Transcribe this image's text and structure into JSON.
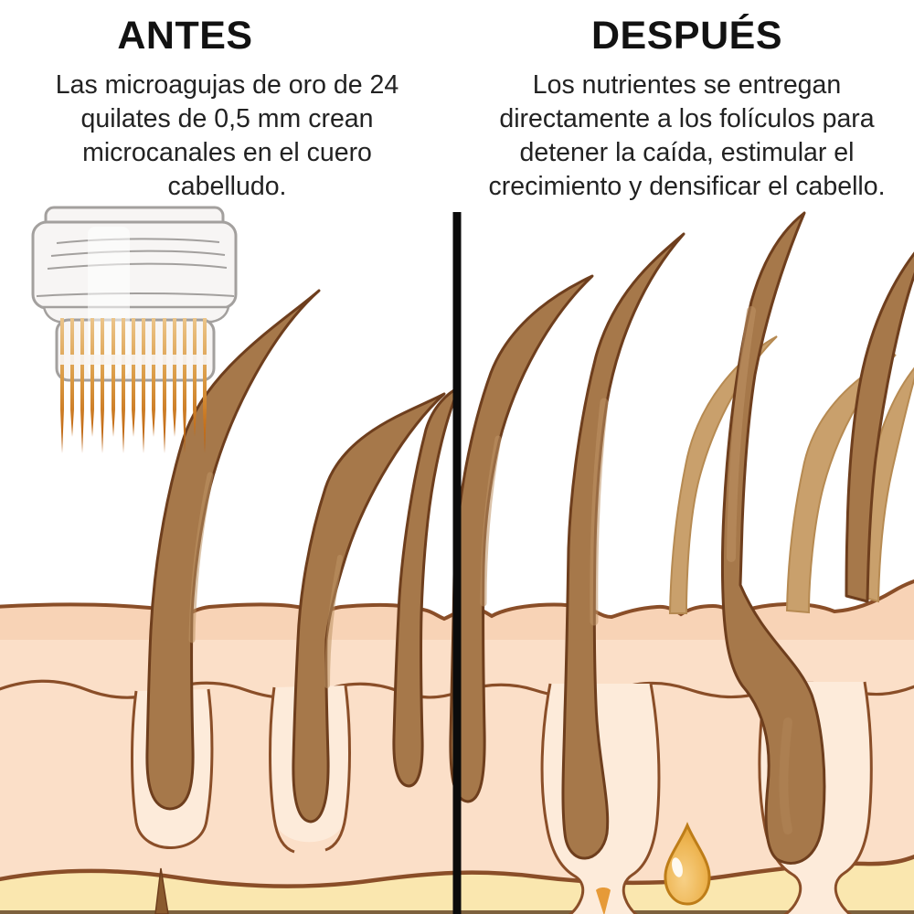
{
  "page": {
    "background": "#FFFFFF"
  },
  "left_panel": {
    "title": "ANTES",
    "description": "Las microagujas de oro de 24 quilates de 0,5 mm crean microcanales en el cuero cabelludo.",
    "description_lines": [
      "Las microagujas de oro de 24",
      "quilates de 0,5 mm crean",
      "microcanales en el cuero",
      "cabelludo."
    ],
    "illustration_alt": "Dispositivo de microagujas de oro sobre el cuero cabelludo con dos cabellos finos y folículos débiles"
  },
  "right_panel": {
    "title": "DESPUÉS",
    "description": "Los nutrientes se entregan directamente a los folículos para detener la caída, estimular el crecimiento y densificar el cabello.",
    "description_lines": [
      "Los nutrientes se entregan",
      "directamente a los folículos para",
      "detener la caída, estimular el",
      "crecimiento y densificar el cabello."
    ],
    "illustration_alt": "Cabellos densos y fuertes con folículos profundos nutridos y una gota de sérum dorado"
  },
  "divider": {
    "color": "#0B0B0B"
  },
  "colors": {
    "background": "#FFFFFF",
    "text": "#1C1C1C",
    "hair_brown": "#A6784A",
    "hair_outline": "#6E3E1D",
    "hair_light": "#C9A06C",
    "skin": "#FBDFC8",
    "epidermis_band": "#F8D3B6",
    "skin_outline": "#8A4E28",
    "follicle_fill": "#FDEBDA",
    "subcutaneous_yellow": "#FAE7AF",
    "serum_gold": "#E8A93E",
    "serum_outline": "#BE7D18",
    "device_body": "#F7F5F4",
    "device_outline": "#A3A09E",
    "needle_gold": "#D98E35"
  }
}
